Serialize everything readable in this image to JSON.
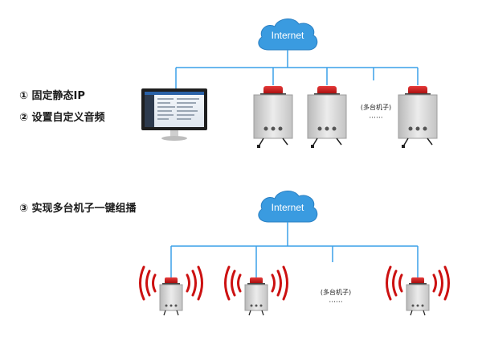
{
  "steps": [
    "① 固定静态IP",
    "② 设置自定义音频",
    "③ 实现多台机子一键组播"
  ],
  "top": {
    "cloud_label": "Internet",
    "more_label": "(多台机子)",
    "dots": "······"
  },
  "bottom": {
    "cloud_label": "Internet",
    "more_label": "(多台机子)",
    "dots": "······"
  },
  "colors": {
    "line": "#3aa0e8",
    "cloud": "#3a9be0",
    "beacon": "#cc1111",
    "wave": "#cc1111",
    "device": "#d8d8d8"
  }
}
